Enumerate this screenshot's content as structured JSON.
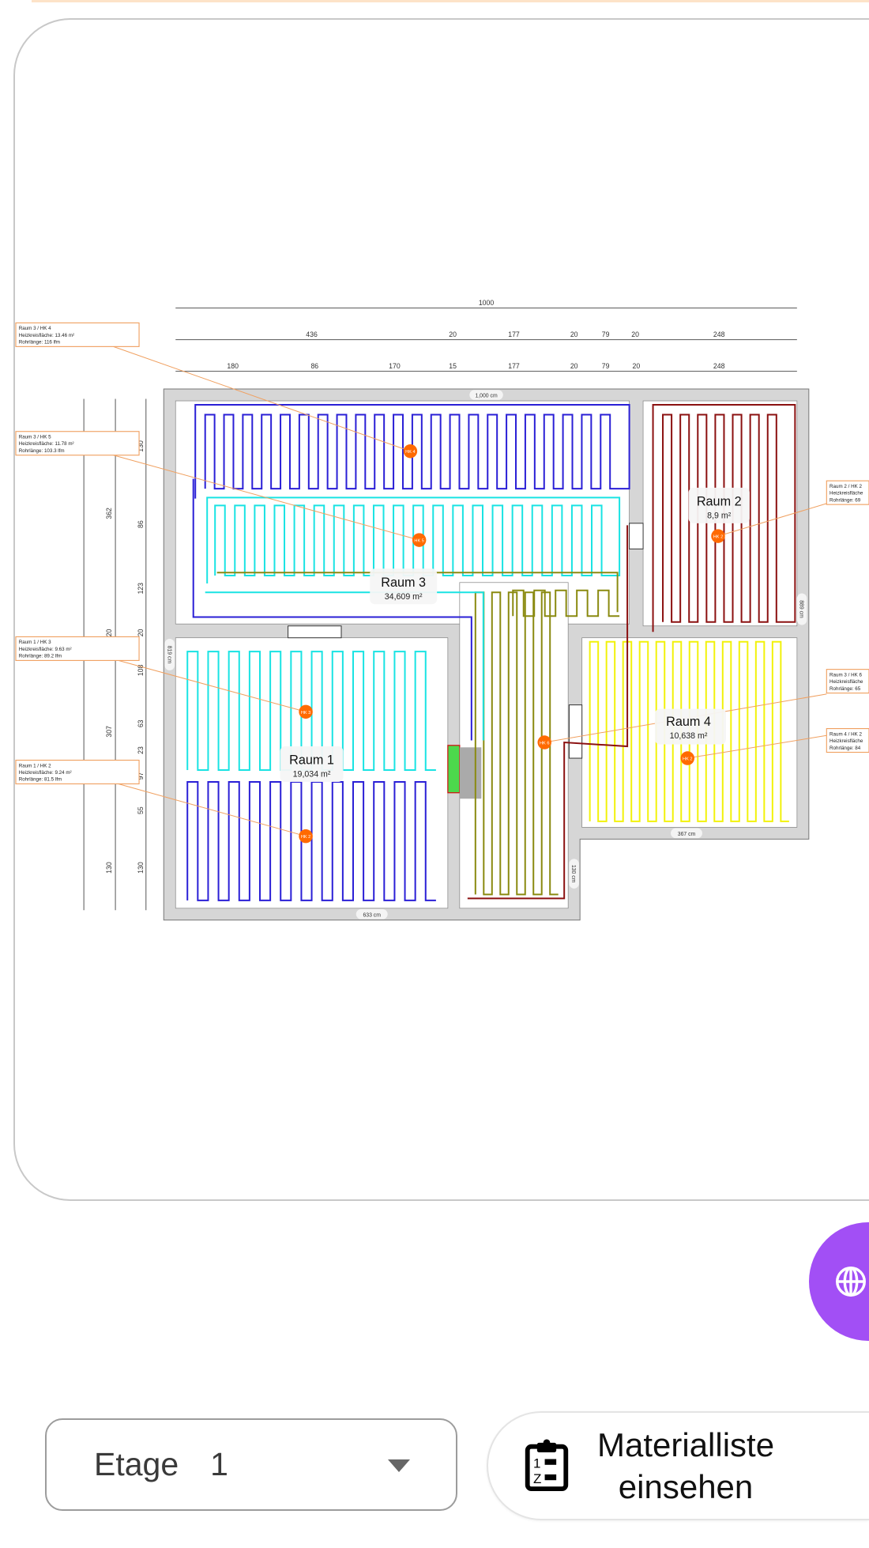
{
  "plan": {
    "dims_top": {
      "row1": [
        "1000"
      ],
      "row2": [
        "436",
        "20",
        "177",
        "20",
        "79",
        "20",
        "248"
      ],
      "row3": [
        "180",
        "86",
        "170",
        "15",
        "177",
        "20",
        "79",
        "20",
        "248"
      ]
    },
    "dims_left": {
      "col2": [
        "362",
        "20",
        "307",
        "130"
      ],
      "col3": [
        "130",
        "86",
        "123",
        "20",
        "108",
        "63",
        "23",
        "97",
        "55",
        "130"
      ]
    },
    "wall_dims": {
      "top": "1,000 cm",
      "left": "819 cm",
      "right": "889 cm",
      "bottom_left": "633 cm",
      "bottom_right": "367 cm",
      "step": "130 cm"
    },
    "rooms": [
      {
        "name": "Raum 3",
        "area": "34,609 m²"
      },
      {
        "name": "Raum 2",
        "area": "8,9   m²"
      },
      {
        "name": "Raum 1",
        "area": "19,034 m²"
      },
      {
        "name": "Raum 4",
        "area": "10,638 m²"
      }
    ],
    "markers": [
      "HK 4",
      "HK 5",
      "HK 3",
      "HK 2",
      "HK 2",
      "HK 6",
      "HK 2"
    ],
    "annotations": [
      {
        "title": "Raum 3 / HK 4",
        "area": "Heizkreisfläche: 13.46 m²",
        "length": "Rohrlänge: 116 lfm"
      },
      {
        "title": "Raum 3 / HK 5",
        "area": "Heizkreisfläche: 11.78 m²",
        "length": "Rohrlänge: 103.3 lfm"
      },
      {
        "title": "Raum 1 / HK 3",
        "area": "Heizkreisfläche: 9.63 m²",
        "length": "Rohrlänge: 89.2 lfm"
      },
      {
        "title": "Raum 1 / HK 2",
        "area": "Heizkreisfläche: 9.24 m²",
        "length": "Rohrlänge: 81.5 lfm"
      },
      {
        "title": "Raum 2 / HK 2",
        "area": "Heizkreisfläche",
        "length": "Rohrlänge: 69"
      },
      {
        "title": "Raum 3 / HK 6",
        "area": "Heizkreisfläche",
        "length": "Rohrlänge: 65"
      },
      {
        "title": "Raum 4 / HK 2",
        "area": "Heizkreisfläche",
        "length": "Rohrlänge: 84"
      }
    ],
    "colors": {
      "blue": "#2a1fd6",
      "cyan": "#19e3e3",
      "red": "#8b1010",
      "yellow": "#f2f20a",
      "olive": "#8a8a10",
      "marker": "#ff6a00",
      "wall": "#d6d6d6",
      "annotation_border": "#f0a060"
    }
  },
  "controls": {
    "floor_label": "Etage",
    "floor_value": "1",
    "material_button": [
      "Materialliste",
      "einsehen"
    ],
    "fab_icon": "globe-icon",
    "fab_color": "#a24ff5"
  }
}
